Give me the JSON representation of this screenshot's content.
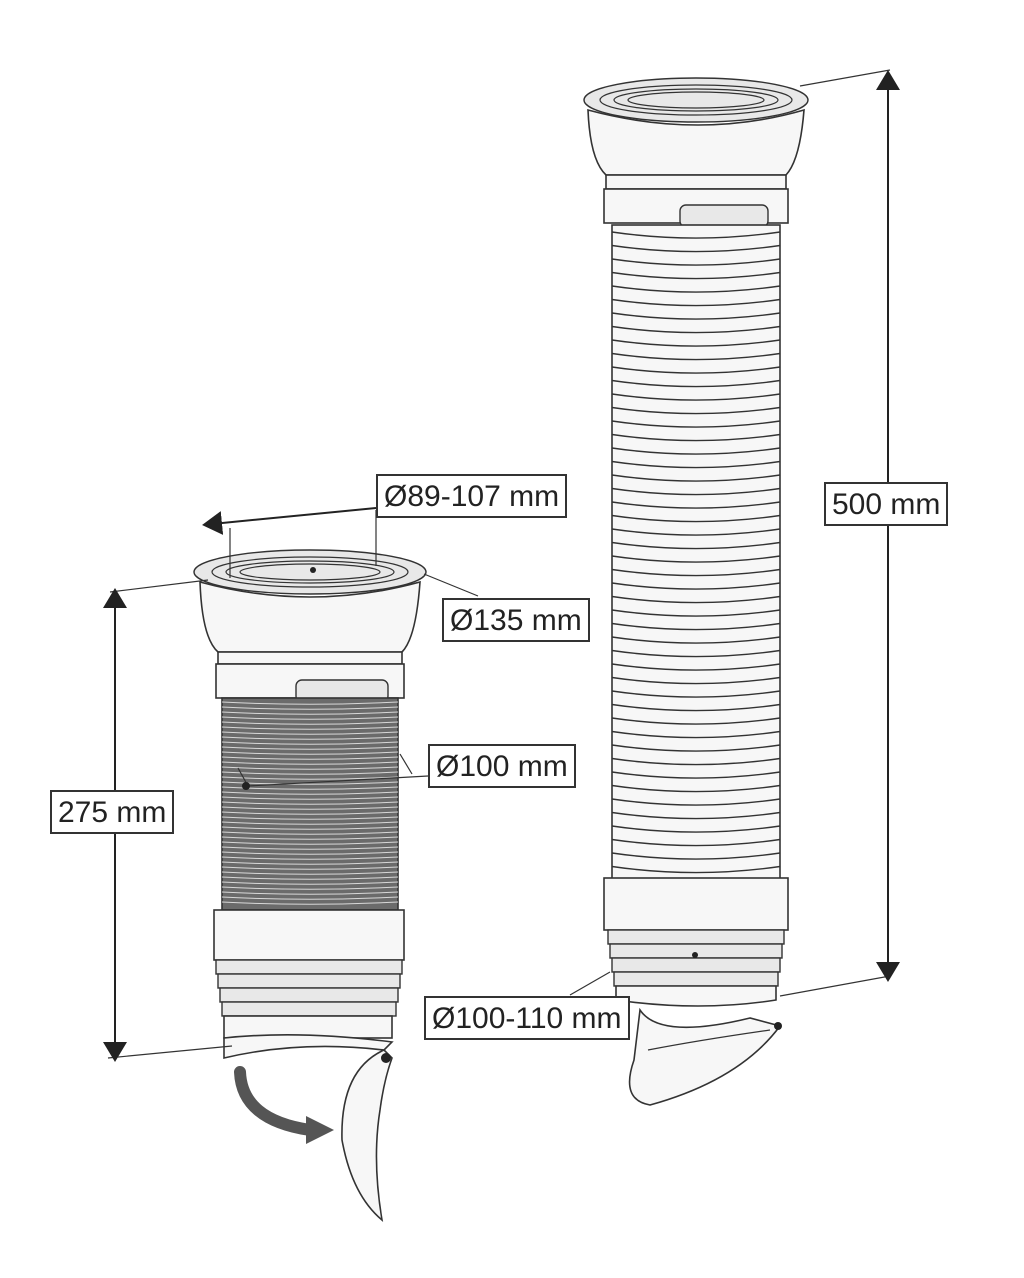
{
  "labels": {
    "inner_diameter": "Ø89-107 mm",
    "outer_diameter": "Ø135 mm",
    "pipe_diameter": "Ø100 mm",
    "short_length": "275 mm",
    "long_length": "500 mm",
    "outlet_diameter": "Ø100-110 mm"
  },
  "colors": {
    "line": "#222222",
    "pipe_fill": "#f7f7f7",
    "arrow": "#555555"
  }
}
